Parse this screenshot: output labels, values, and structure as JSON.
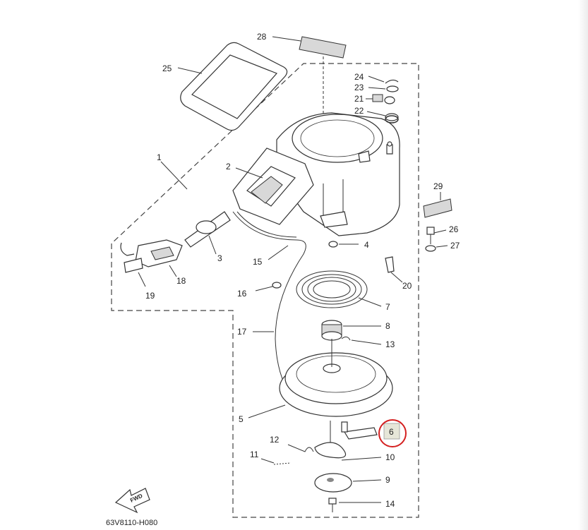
{
  "diagram": {
    "code": "63V8110-H080",
    "fwd_label": "FWD",
    "callouts": [
      {
        "id": "1",
        "label": "1"
      },
      {
        "id": "2",
        "label": "2"
      },
      {
        "id": "3",
        "label": "3"
      },
      {
        "id": "4",
        "label": "4"
      },
      {
        "id": "5",
        "label": "5"
      },
      {
        "id": "6",
        "label": "6"
      },
      {
        "id": "7",
        "label": "7"
      },
      {
        "id": "8",
        "label": "8"
      },
      {
        "id": "9",
        "label": "9"
      },
      {
        "id": "10",
        "label": "10"
      },
      {
        "id": "11",
        "label": "11"
      },
      {
        "id": "12",
        "label": "12"
      },
      {
        "id": "13",
        "label": "13"
      },
      {
        "id": "14",
        "label": "14"
      },
      {
        "id": "15",
        "label": "15"
      },
      {
        "id": "16",
        "label": "16"
      },
      {
        "id": "17",
        "label": "17"
      },
      {
        "id": "18",
        "label": "18"
      },
      {
        "id": "19",
        "label": "19"
      },
      {
        "id": "20",
        "label": "20"
      },
      {
        "id": "21",
        "label": "21"
      },
      {
        "id": "22",
        "label": "22"
      },
      {
        "id": "23",
        "label": "23"
      },
      {
        "id": "24",
        "label": "24"
      },
      {
        "id": "25",
        "label": "25"
      },
      {
        "id": "26",
        "label": "26"
      },
      {
        "id": "27",
        "label": "27"
      },
      {
        "id": "28",
        "label": "28"
      },
      {
        "id": "29",
        "label": "29"
      }
    ],
    "highlight": {
      "part": "6",
      "color": "#d42020",
      "fill": "#e6e6d8"
    }
  }
}
